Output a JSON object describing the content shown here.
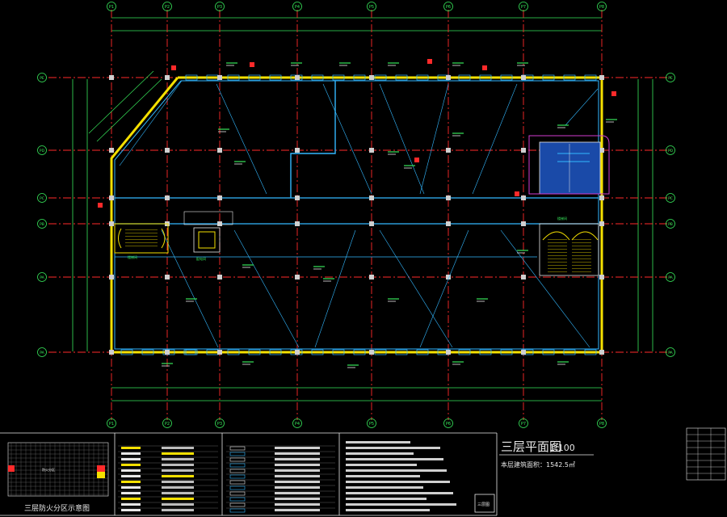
{
  "drawing": {
    "title": "三层平面图",
    "scale": "1:100",
    "area_note": "本层建筑面积：1542.5㎡",
    "stamp": "三层图"
  },
  "axes": {
    "columns": [
      "P1",
      "P2",
      "P3",
      "P4",
      "P5",
      "P6",
      "P7",
      "P8"
    ],
    "rows": [
      "PE",
      "PD",
      "PC",
      "PB",
      "PA"
    ]
  },
  "key_plan": {
    "caption": "三层防火分区示意图",
    "zone_label": "防火分区"
  },
  "rooms": {
    "equipment": "配电间",
    "stair_left": "楼梯间",
    "stair_right": "楼梯间"
  },
  "colors": {
    "background": "#000000",
    "axis_red": "#ff2a2a",
    "wall_yellow": "#f5e000",
    "pipe_cyan": "#33b8ff",
    "dim_green": "#37e65a",
    "note_white": "#e8e8e8",
    "highlight_blue": "#1a4aa8",
    "highlight_magenta": "#d23ccf"
  }
}
